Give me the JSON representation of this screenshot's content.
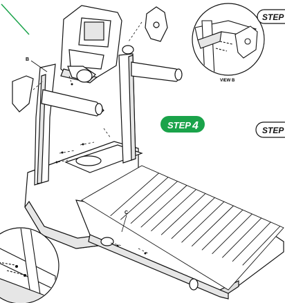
{
  "step_badges": {
    "main": {
      "word": "STEP",
      "number": "4"
    },
    "top_right": {
      "word": "STEP"
    },
    "mid_right": {
      "word": "STEP"
    }
  },
  "callouts": {
    "b": "B",
    "c": "C",
    "view_b": "VIEW B"
  },
  "colors": {
    "accent_green": "#1aa34a",
    "line": "#111111",
    "fill": "#ffffff",
    "shade": "#e6e6e6"
  }
}
